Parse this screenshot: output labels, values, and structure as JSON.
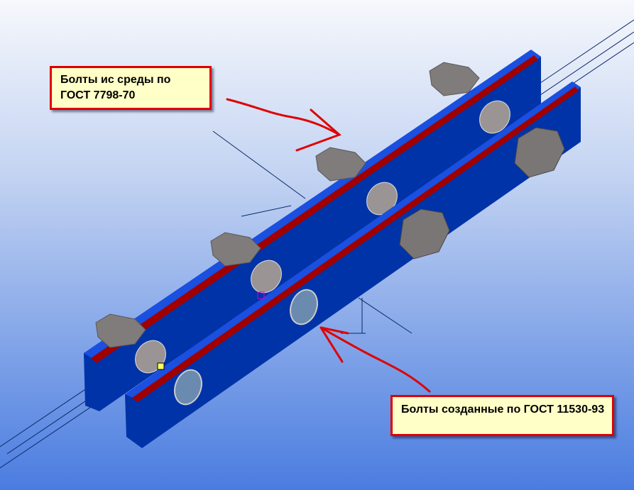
{
  "viewport": {
    "callouts": [
      {
        "line1": "Болты ис среды по",
        "line2": "ГОСТ 7798-70"
      },
      {
        "line1": "Болты созданные по ГОСТ 11530-93"
      }
    ]
  },
  "colors": {
    "plate": "#0033a8",
    "plate_top": "#1248d8",
    "stripe": "#a00000",
    "bolt": "#807c7c",
    "callout_bg": "#ffffc8",
    "callout_border": "#e00000",
    "arrow": "#e00000"
  }
}
